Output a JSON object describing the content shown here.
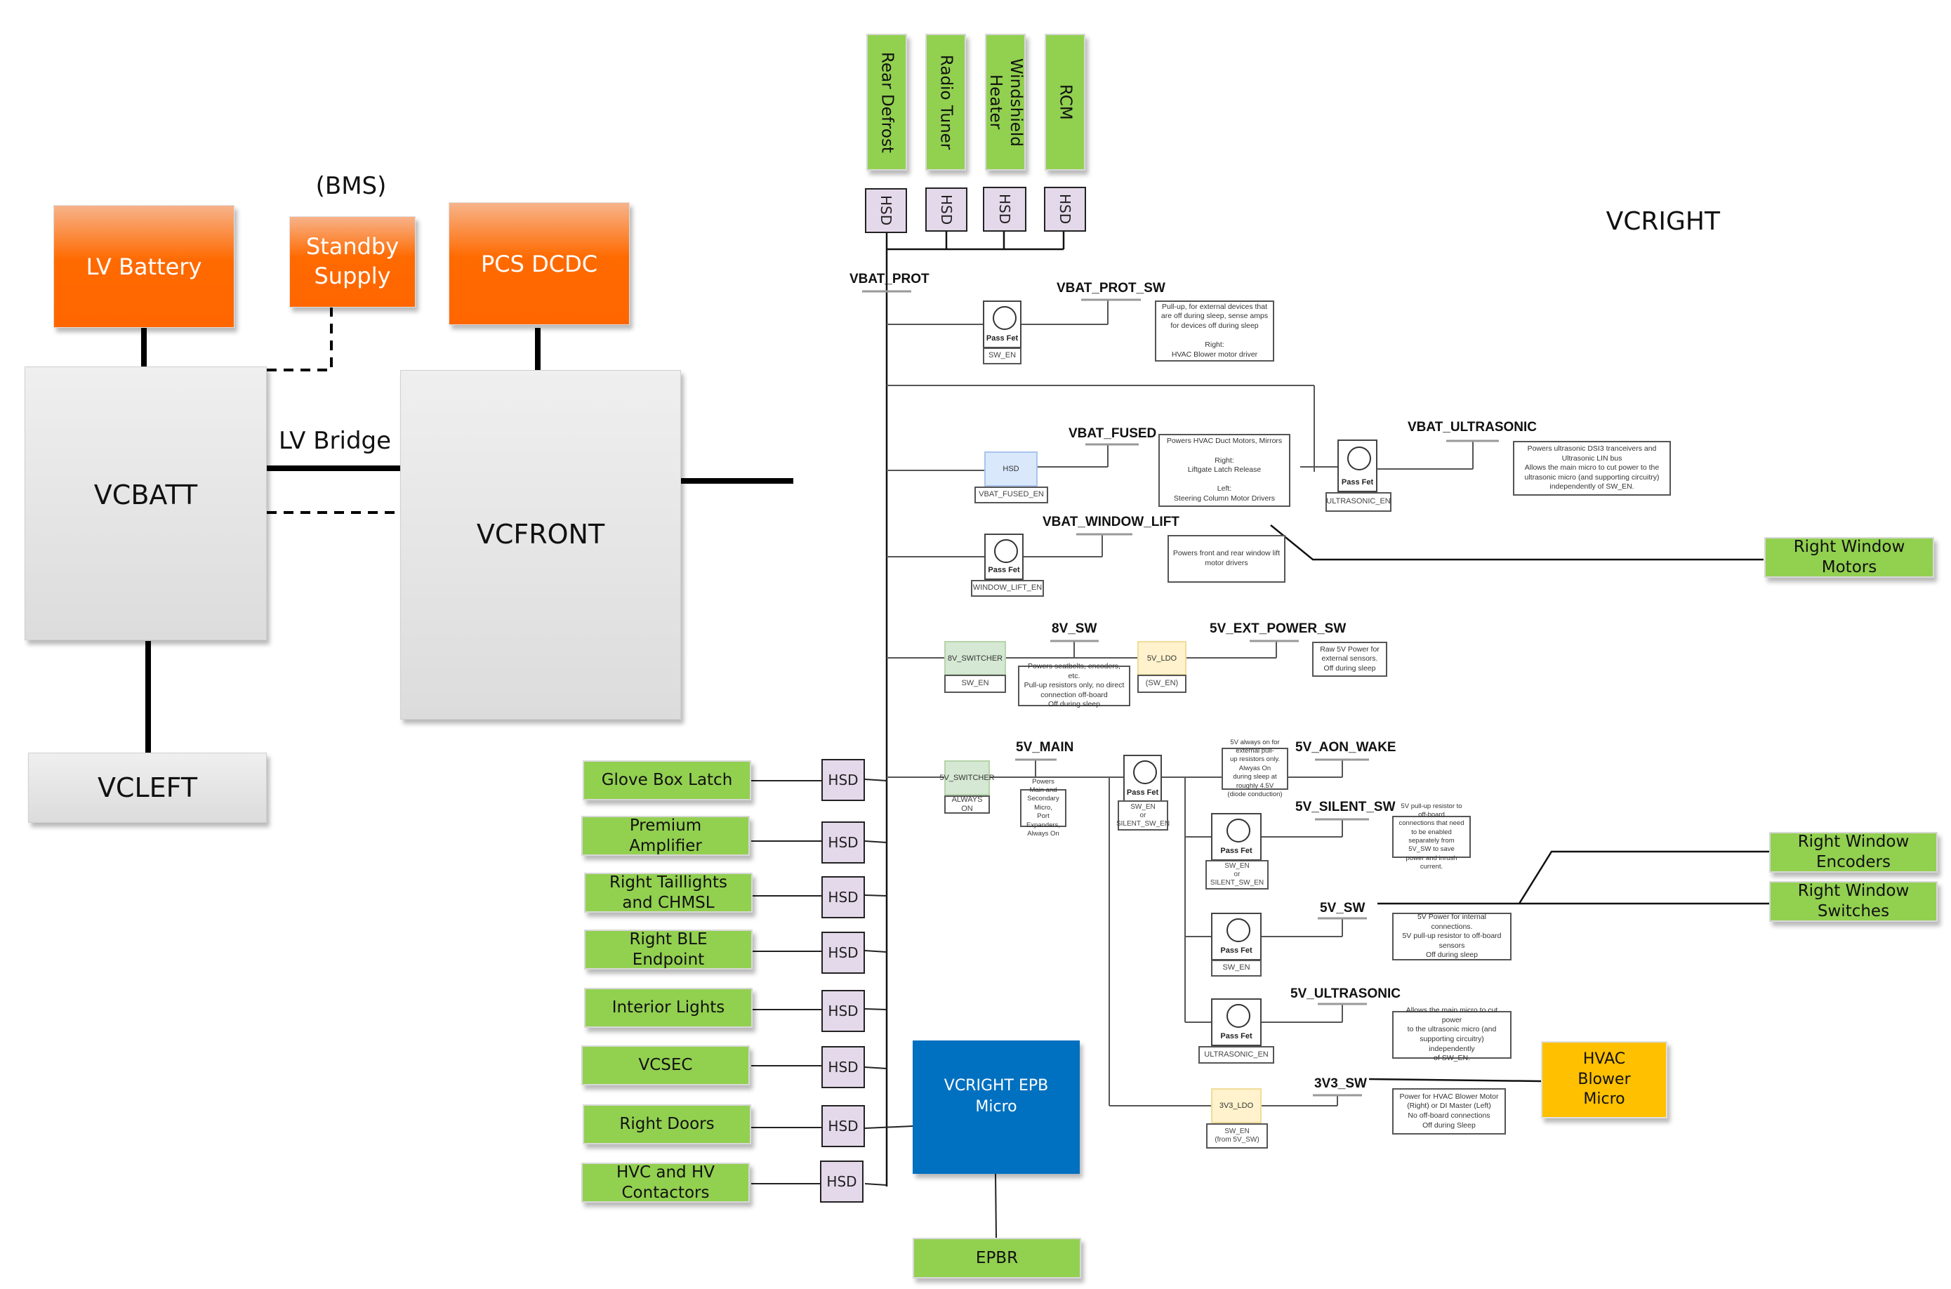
{
  "colors": {
    "power_source": "#ff6600",
    "controller": "#dddddd",
    "load": "#92d050",
    "hsd": "#e4d9ea",
    "micro_epb": "#0070c0",
    "micro_hvac": "#ffc000",
    "ultrasonic_zone": "#f8cecc"
  },
  "sources": {
    "bms_label": "(BMS)",
    "lv_battery": "LV Battery",
    "standby_supply": "Standby\nSupply",
    "pcs_dcdc": "PCS DCDC"
  },
  "controllers": {
    "vcbatt": "VCBATT",
    "vcfront": "VCFRONT",
    "vcleft": "VCLEFT",
    "vcright": "VCRIGHT",
    "lv_bridge": "LV Bridge"
  },
  "top_loads": [
    {
      "label": "Rear Defrost",
      "hsd": "HSD"
    },
    {
      "label": "Radio Tuner",
      "hsd": "HSD"
    },
    {
      "label": "Windshield\nHeater",
      "hsd": "HSD"
    },
    {
      "label": "RCM",
      "hsd": "HSD"
    }
  ],
  "left_loads": [
    {
      "label": "Glove Box Latch",
      "hsd": "HSD"
    },
    {
      "label": "Premium\nAmplifier",
      "hsd": "HSD"
    },
    {
      "label": "Right Taillights\nand CHMSL",
      "hsd": "HSD"
    },
    {
      "label": "Right BLE\nEndpoint",
      "hsd": "HSD"
    },
    {
      "label": "Interior Lights",
      "hsd": "HSD"
    },
    {
      "label": "VCSEC",
      "hsd": "HSD"
    },
    {
      "label": "Right Doors",
      "hsd": "HSD"
    },
    {
      "label": "HVC and HV\nContactors",
      "hsd": "HSD"
    }
  ],
  "right_loads": {
    "window_motors": "Right Window\nMotors",
    "window_encoders": "Right Window\nEncoders",
    "window_switches": "Right Window\nSwitches"
  },
  "micros": {
    "epb": "VCRIGHT  EPB\nMicro",
    "hvac": "HVAC\nBlower\nMicro",
    "epbr": "EPBR"
  },
  "rails": {
    "vbat_prot": {
      "name": "VBAT_PROT"
    },
    "vbat_prot_sw": {
      "name": "VBAT_PROT_SW",
      "device": "Pass Fet",
      "enable": "SW_EN",
      "note": "Pull-up, for external devices that\nare off during sleep, sense amps\nfor devices off during sleep\n\nRight:\nHVAC Blower motor driver"
    },
    "vbat_fused": {
      "name": "VBAT_FUSED",
      "device": "HSD",
      "enable": "VBAT_FUSED_EN",
      "note": "Powers HVAC Duct Motors, Mirrors\n\nRight:\nLiftgate Latch Release\n\nLeft:\nSteering Column Motor Drivers"
    },
    "vbat_ultrasonic": {
      "name": "VBAT_ULTRASONIC",
      "device": "Pass Fet",
      "enable": "ULTRASONIC_EN",
      "note": "Powers ultrasonic DSI3 tranceivers and\nUltrasonic LIN bus\nAllows the main micro to cut power to the\nultrasonic micro (and supporting circuitry)\nindependently of SW_EN."
    },
    "vbat_window_lift": {
      "name": "VBAT_WINDOW_LIFT",
      "device": "Pass Fet",
      "enable": "WINDOW_LIFT_EN",
      "note": "Powers front and rear window lift\nmotor drivers"
    },
    "8v_sw": {
      "name": "8V_SW",
      "device": "8V_SWITCHER",
      "enable": "SW_EN",
      "note": "Powers seatbelts, encoders, etc.\nPull-up resistors only, no direct\nconnection off-board\nOff during sleep"
    },
    "5v_ext_power_sw": {
      "name": "5V_EXT_POWER_SW",
      "device": "5V_LDO",
      "enable": "(SW_EN)",
      "note": "Raw 5V Power for\nexternal sensors.\nOff during sleep"
    },
    "5v_main": {
      "name": "5V_MAIN",
      "device": "5V_SWITCHER",
      "enable": "ALWAYS ON",
      "note": "Powers Main and\nSecondary Micro,\nPort Expanders,\nAlways On"
    },
    "5v_aon_wake": {
      "name": "5V_AON_WAKE",
      "device": "Pass Fet",
      "enable": "SW_EN\nor\nSILENT_SW_EN",
      "note": "5V always on for external pull-\nup resistors only. Alwyas On\nduring sleep at roughly 4.5V\n(diode conduction)"
    },
    "5v_silent_sw": {
      "name": "5V_SILENT_SW",
      "device": "Pass Fet",
      "enable": "SW_EN\nor\nSILENT_SW_EN",
      "note": "5V pull-up resistor to off-board\nconnections that need to be enabled\nseparately from 5V_SW to save\npower and inrush current."
    },
    "5v_sw": {
      "name": "5V_SW",
      "device": "Pass Fet",
      "enable": "SW_EN",
      "note": "5V Power for internal connections.\n5V pull-up resistor to off-board\nsensors\nOff during sleep"
    },
    "5v_ultrasonic": {
      "name": "5V_ULTRASONIC",
      "device": "Pass Fet",
      "enable": "ULTRASONIC_EN",
      "note": "Allows the main micro to cut power\nto the ultrasonic micro (and\nsupporting circuitry) independently\nof SW_EN."
    },
    "3v3_sw": {
      "name": "3V3_SW",
      "device": "3V3_LDO",
      "enable": "SW_EN\n(from 5V_SW)",
      "note": "Power for HVAC Blower Motor\n(Right) or DI Master (Left)\nNo off-board connections\nOff during Sleep"
    }
  }
}
